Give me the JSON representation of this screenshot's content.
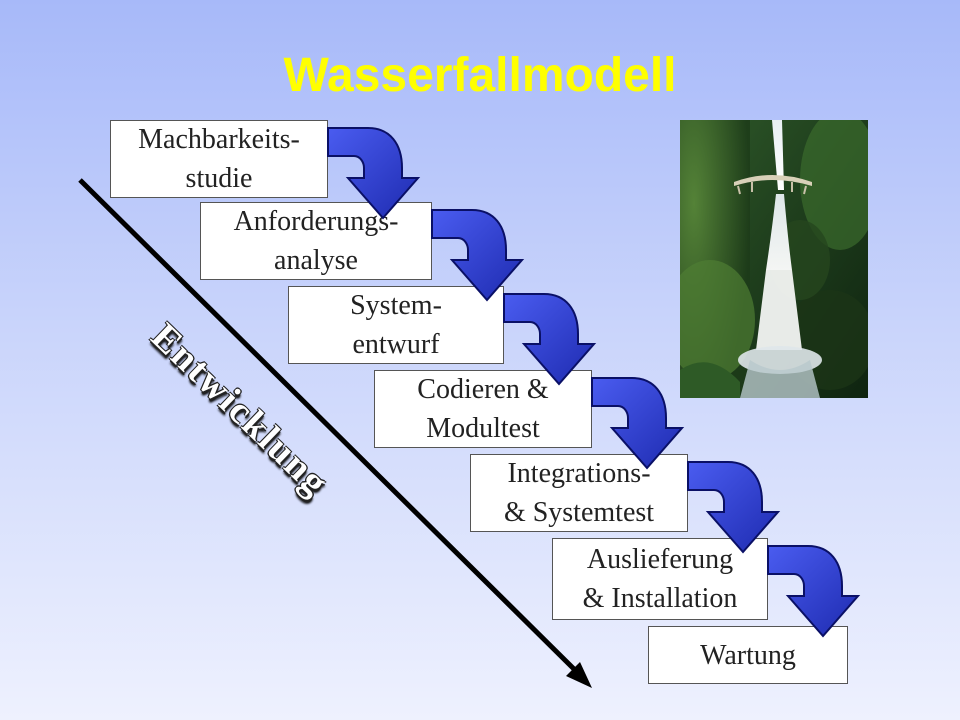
{
  "title": "Wasserfallmodell",
  "axis_label": "Entwicklung",
  "phases": [
    {
      "label": "Machbarkeits-\nstudie"
    },
    {
      "label": "Anforderungs-\nanalyse"
    },
    {
      "label": "System-\nentwurf"
    },
    {
      "label": "Codieren &\nModultest"
    },
    {
      "label": "Integrations-\n& Systemtest"
    },
    {
      "label": "Auslieferung\n& Installation"
    },
    {
      "label": "Wartung"
    }
  ],
  "colors": {
    "title": "#ffff00",
    "arrow_fill": "#2e3fd0",
    "arrow_stroke": "#0a1066"
  },
  "photo": {
    "icon": "waterfall-photo"
  }
}
